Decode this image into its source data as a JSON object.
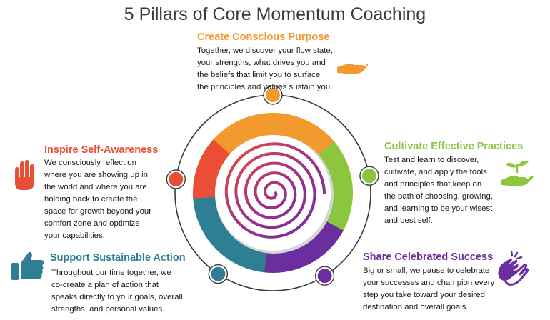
{
  "title": "5 Pillars of Core Momentum Coaching",
  "colors": {
    "orange": "#f39a2e",
    "green": "#8cc63f",
    "purple": "#6a2e9e",
    "teal": "#2e7f93",
    "red": "#ea4f35",
    "ring": "#3a3a3a"
  },
  "pillars": {
    "purpose": {
      "heading": "Create Conscious Purpose",
      "lines": [
        "Together, we discover your flow state,",
        "your strengths, what drives you and",
        "the beliefs that limit you to surface",
        "the principles and values sustain you."
      ],
      "icon": "open-hand-icon"
    },
    "practices": {
      "heading": "Cultivate Effective Practices",
      "lines": [
        "Test and learn to discover,",
        "cultivate, and apply the tools",
        "and principles that keep on",
        "the path of choosing, growing,",
        "and learning to be your wisest",
        "and best self."
      ],
      "icon": "hand-sprout-icon"
    },
    "success": {
      "heading": "Share Celebrated Success",
      "lines": [
        "Big or small, we pause to celebrate",
        "your successes and champion every",
        "step you take toward your desired",
        "destination and overall goals."
      ],
      "icon": "clapping-hands-icon"
    },
    "action": {
      "heading": "Support Sustainable Action",
      "lines": [
        "Throughout our time together, we",
        "co-create a plan of action that",
        "speaks directly to your goals, overall",
        "strengths, and personal values."
      ],
      "icon": "thumbs-up-icon"
    },
    "awareness": {
      "heading": "Inspire Self-Awareness",
      "lines": [
        "We consciously reflect on",
        "where you are showing up in",
        "the world and where you are",
        "holding back to create the",
        "space for growth beyond your",
        "comfort zone and optimize",
        "your capabilities."
      ],
      "icon": "raised-hand-icon"
    }
  }
}
